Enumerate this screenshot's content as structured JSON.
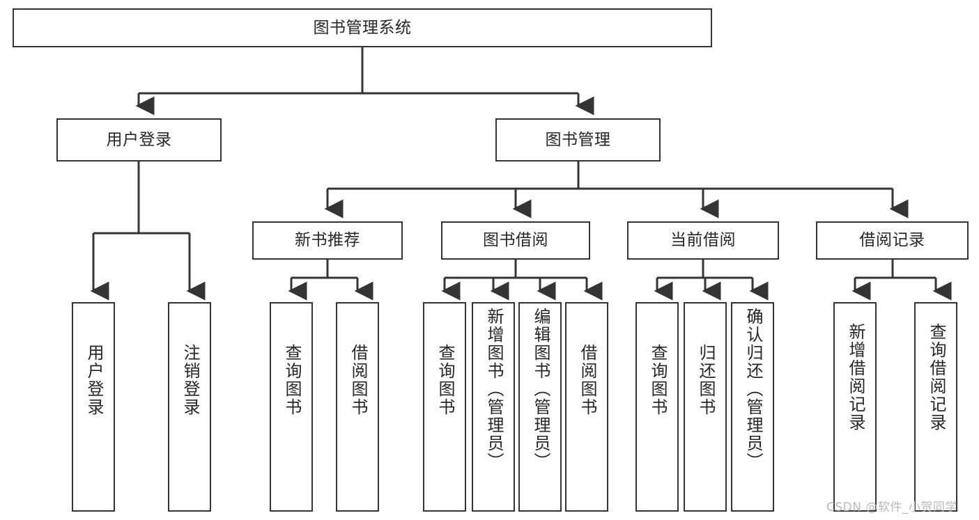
{
  "diagram": {
    "title": "图书管理系统",
    "type": "hierarchy-tree",
    "levels": 4,
    "colors": {
      "stroke": "#343434",
      "fill": "#ffffff",
      "text": "#262626",
      "watermark": "#b9b9b9"
    },
    "root": {
      "label": "图书管理系统"
    },
    "level2": [
      {
        "label": "用户登录"
      },
      {
        "label": "图书管理"
      }
    ],
    "level3": [
      {
        "label": "新书推荐"
      },
      {
        "label": "图书借阅"
      },
      {
        "label": "当前借阅"
      },
      {
        "label": "借阅记录"
      }
    ],
    "leaves": {
      "user_login": [
        {
          "label": "用户登录"
        },
        {
          "label": "注销登录"
        }
      ],
      "new_book_recommend": [
        {
          "label": "查询图书"
        },
        {
          "label": "借阅图书"
        }
      ],
      "book_borrow": [
        {
          "label": "查询图书"
        },
        {
          "label": "新增图书（管理员）"
        },
        {
          "label": "编辑图书（管理员）"
        },
        {
          "label": "借阅图书"
        }
      ],
      "current_borrow": [
        {
          "label": "查询图书"
        },
        {
          "label": "归还图书"
        },
        {
          "label": "确认归还（管理员）"
        }
      ],
      "borrow_record": [
        {
          "label": "新增借阅记录"
        },
        {
          "label": "查询借阅记录"
        }
      ]
    }
  },
  "watermark": {
    "text": "CSDN @软件_小贺同学"
  }
}
